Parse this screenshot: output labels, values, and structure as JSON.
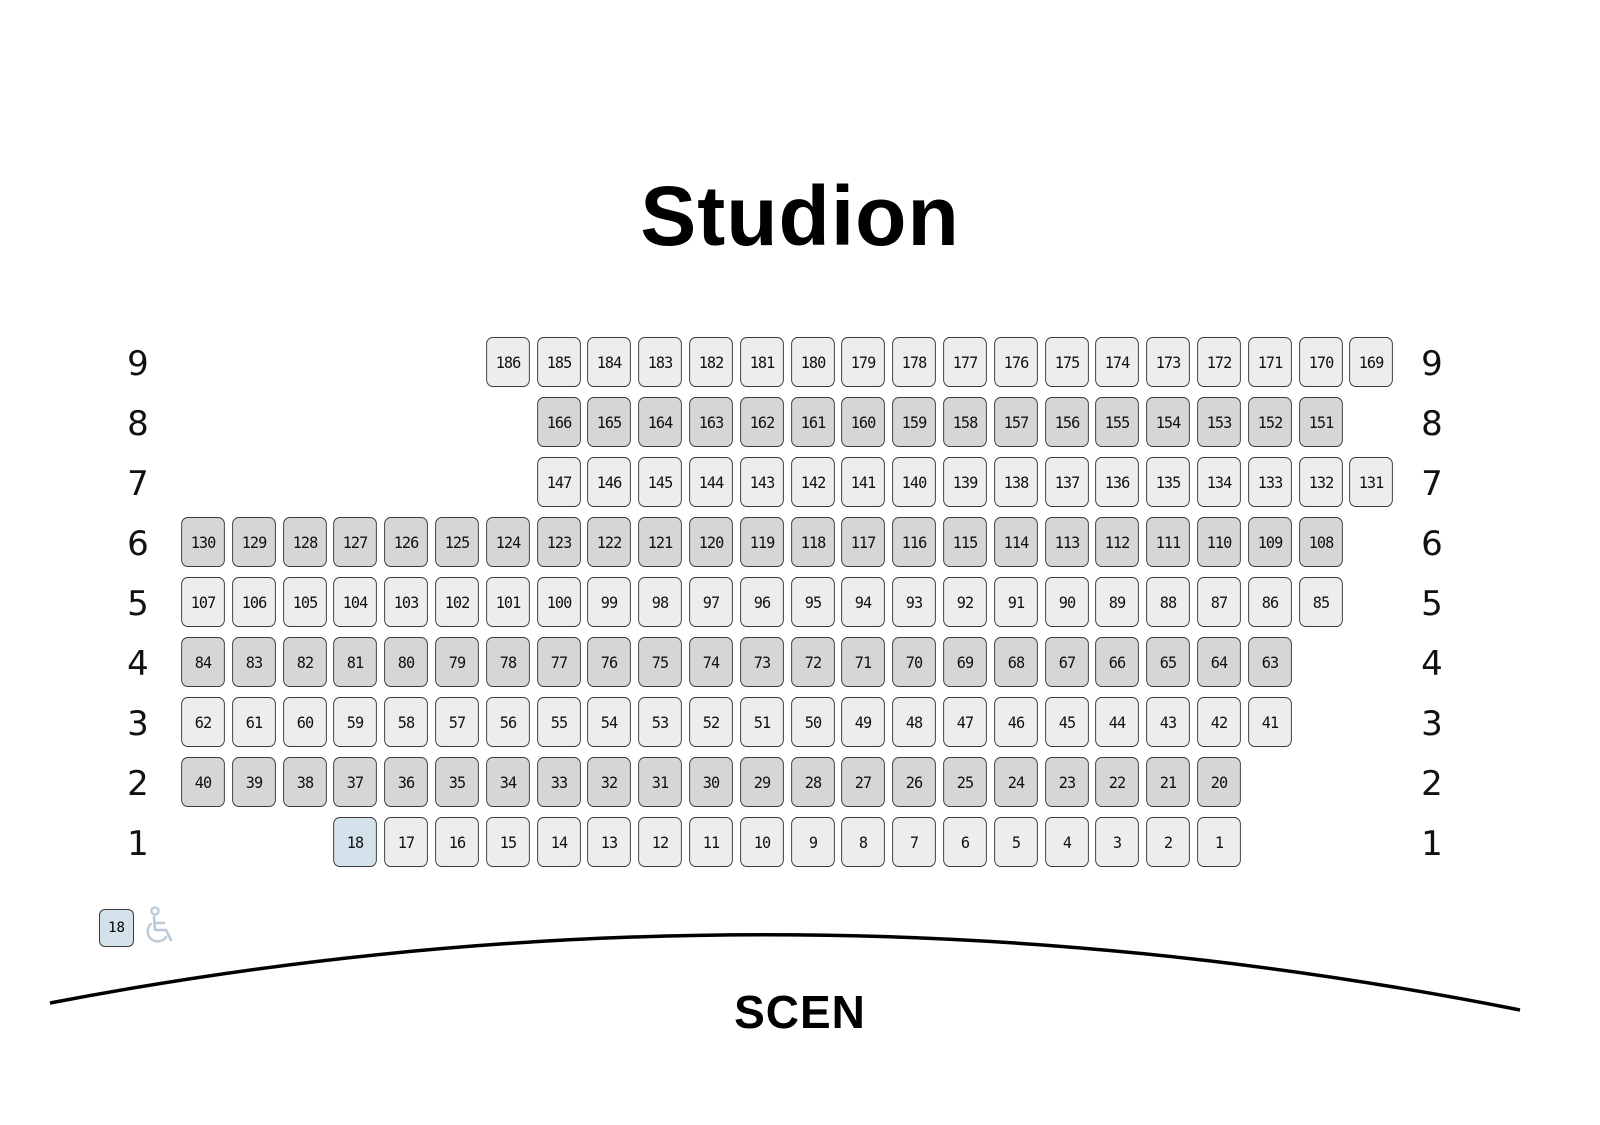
{
  "title": "Studion",
  "stage_label": "SCEN",
  "colors": {
    "seat_light": "#ededed",
    "seat_dark": "#d6d6d6",
    "seat_accessible": "#d3e1ea",
    "wheelchair_icon": "#b9cbd9",
    "border": "#3a3a3a"
  },
  "legend": {
    "accessible_seat_number": "18",
    "icon": "wheelchair-icon"
  },
  "rows": [
    {
      "row": "9",
      "first": 169,
      "last": 186,
      "shade": "light"
    },
    {
      "row": "8",
      "first": 151,
      "last": 166,
      "shade": "dark"
    },
    {
      "row": "7",
      "first": 131,
      "last": 147,
      "shade": "light"
    },
    {
      "row": "6",
      "first": 108,
      "last": 130,
      "shade": "dark"
    },
    {
      "row": "5",
      "first": 85,
      "last": 107,
      "shade": "light"
    },
    {
      "row": "4",
      "first": 63,
      "last": 84,
      "shade": "dark"
    },
    {
      "row": "3",
      "first": 41,
      "last": 62,
      "shade": "light"
    },
    {
      "row": "2",
      "first": 20,
      "last": 40,
      "shade": "dark"
    },
    {
      "row": "1",
      "first": 1,
      "last": 18,
      "shade": "light",
      "accessible": [
        18
      ]
    }
  ]
}
